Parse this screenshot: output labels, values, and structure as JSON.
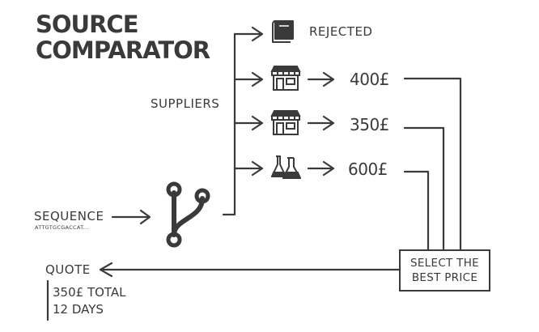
{
  "title": {
    "line1": "SOURCE",
    "line2": "COMPARATOR"
  },
  "suppliers_label": "SUPPLIERS",
  "sequence": {
    "label": "SEQUENCE",
    "value": "ATTGTGCGACCAT..."
  },
  "branches": [
    {
      "icon": "book-icon",
      "result": "REJECTED"
    },
    {
      "icon": "shop-icon",
      "result": "400£"
    },
    {
      "icon": "shop-icon",
      "result": "350£"
    },
    {
      "icon": "lab-flasks-icon",
      "result": "600£"
    }
  ],
  "select_box": {
    "line1": "SELECT THE",
    "line2": "BEST PRICE"
  },
  "quote": {
    "label": "QUOTE",
    "total": "350£ TOTAL",
    "days": "12 DAYS"
  },
  "colors": {
    "ink": "#3a3a3a",
    "background": "#ffffff"
  },
  "central_icon": "branch-merge-icon"
}
